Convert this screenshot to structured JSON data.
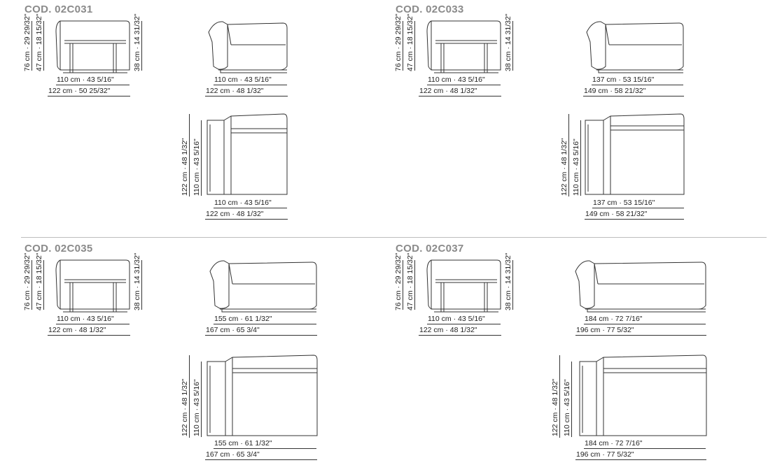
{
  "sections": [
    {
      "code": "COD. 02C031",
      "side_height_76": "76 cm · 29 29/32\"",
      "side_height_47": "47 cm · 18 15/32\"",
      "side_height_38": "38 cm · 14 31/32\"",
      "side_depth_110": "110 cm · 43 5/16\"",
      "side_depth_122": "122 cm · 50 25/32\"",
      "front_width_a": "110 cm · 43 5/16\"",
      "front_width_b": "122 cm · 48 1/32\"",
      "plan_depth_122": "122 cm · 48 1/32\"",
      "plan_depth_110": "110 cm · 43 5/16\"",
      "plan_width_a": "110 cm · 43 5/16\"",
      "plan_width_b": "122 cm · 48 1/32\""
    },
    {
      "code": "COD. 02C033",
      "side_height_76": "76 cm · 29 29/32\"",
      "side_height_47": "47 cm · 18 15/32\"",
      "side_height_38": "38 cm · 14 31/32\"",
      "side_depth_110": "110 cm · 43 5/16\"",
      "side_depth_122": "122 cm · 48 1/32\"",
      "front_width_a": "137 cm · 53 15/16\"",
      "front_width_b": "149 cm · 58 21/32\"",
      "plan_depth_122": "122 cm · 48 1/32\"",
      "plan_depth_110": "110 cm · 43 5/16\"",
      "plan_width_a": "137 cm · 53 15/16\"",
      "plan_width_b": "149 cm · 58 21/32\""
    },
    {
      "code": "COD. 02C035",
      "side_height_76": "76 cm · 29 29/32\"",
      "side_height_47": "47 cm · 18 15/32\"",
      "side_height_38": "38 cm · 14 31/32\"",
      "side_depth_110": "110 cm · 43 5/16\"",
      "side_depth_122": "122 cm · 48 1/32\"",
      "front_width_a": "155 cm · 61 1/32\"",
      "front_width_b": "167 cm · 65 3/4\"",
      "plan_depth_122": "122 cm · 48 1/32\"",
      "plan_depth_110": "110 cm · 43 5/16\"",
      "plan_width_a": "155 cm · 61 1/32\"",
      "plan_width_b": "167 cm · 65 3/4\""
    },
    {
      "code": "COD. 02C037",
      "side_height_76": "76 cm · 29 29/32\"",
      "side_height_47": "47 cm · 18 15/32\"",
      "side_height_38": "38 cm · 14 31/32\"",
      "side_depth_110": "110 cm · 43 5/16\"",
      "side_depth_122": "122 cm · 48 1/32\"",
      "front_width_a": "184 cm · 72 7/16\"",
      "front_width_b": "196 cm · 77 5/32\"",
      "plan_depth_122": "122 cm · 48 1/32\"",
      "plan_depth_110": "110 cm · 43 5/16\"",
      "plan_width_a": "184 cm · 72 7/16\"",
      "plan_width_b": "196 cm · 77 5/32\""
    }
  ]
}
